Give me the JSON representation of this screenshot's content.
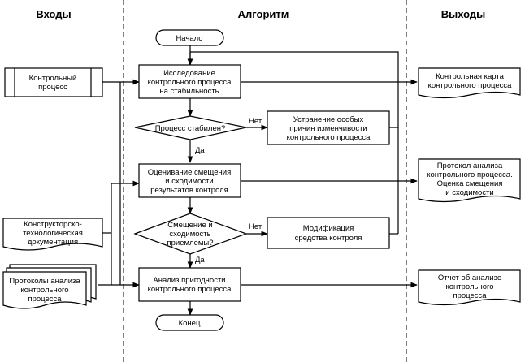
{
  "headers": {
    "inputs": "Входы",
    "algorithm": "Алгоритм",
    "outputs": "Выходы"
  },
  "algorithm": {
    "start": "Начало",
    "end": "Конец",
    "step1": [
      "Исследование",
      "контрольного процесса",
      "на стабильность"
    ],
    "decision1": "Процесс стабилен?",
    "fix1": [
      "Устранение особых",
      "причин изменчивости",
      "контрольного процесса"
    ],
    "step2": [
      "Оценивание смещения",
      "и сходимости",
      "результатов контроля"
    ],
    "decision2": [
      "Смещение и",
      "сходимость",
      "приемлемы?"
    ],
    "fix2": [
      "Модификация",
      "средства контроля"
    ],
    "step3": [
      "Анализ пригодности",
      "контрольного процесса"
    ],
    "yes": "Да",
    "no": "Нет"
  },
  "inputs": {
    "process": [
      "Контрольный",
      "процесс"
    ],
    "docs": [
      "Конструкторско-",
      "технологическая",
      "документация"
    ],
    "protocols": [
      "Протоколы анализа",
      "контрольного",
      "процесса"
    ]
  },
  "outputs": {
    "card": [
      "Контрольная карта",
      "контрольного процесса"
    ],
    "protocol": [
      "Протокол анализа",
      "контрольного процесса.",
      "Оценка смещения",
      "и сходимости"
    ],
    "report": [
      "Отчет об анализе",
      "контрольного",
      "процесса"
    ]
  }
}
